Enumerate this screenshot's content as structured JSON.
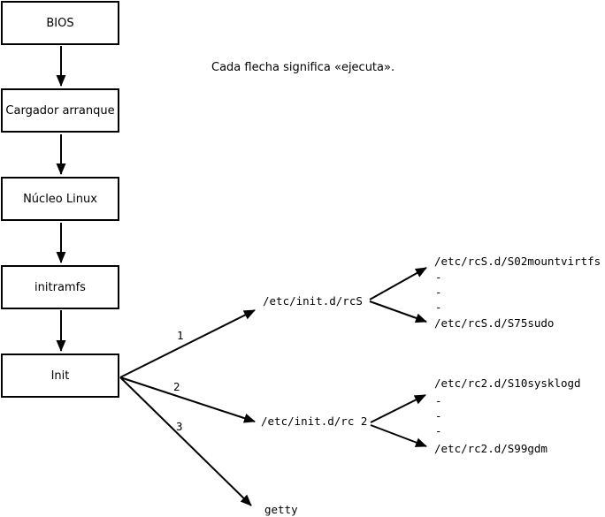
{
  "note": "Cada flecha significa «ejecuta».",
  "flow_boxes": [
    {
      "label": "BIOS"
    },
    {
      "label": "Cargador arranque"
    },
    {
      "label": "Núcleo Linux"
    },
    {
      "label": "initramfs"
    },
    {
      "label": "Init"
    }
  ],
  "branches": [
    {
      "number": "1",
      "target": "/etc/init.d/rcS"
    },
    {
      "number": "2",
      "target": "/etc/init.d/rc 2"
    },
    {
      "number": "3",
      "target": "getty"
    }
  ],
  "rcS_scripts": {
    "first": "/etc/rcS.d/S02mountvirtfs",
    "dash1": "-",
    "dash2": "-",
    "dash3": "-",
    "last": "/etc/rcS.d/S75sudo"
  },
  "rc2_scripts": {
    "first": "/etc/rc2.d/S10sysklogd",
    "dash1": "-",
    "dash2": "-",
    "dash3": "-",
    "last": "/etc/rc2.d/S99gdm"
  },
  "colors": {
    "line": "#000000",
    "background": "#ffffff",
    "box_fill": "#ffffff"
  }
}
